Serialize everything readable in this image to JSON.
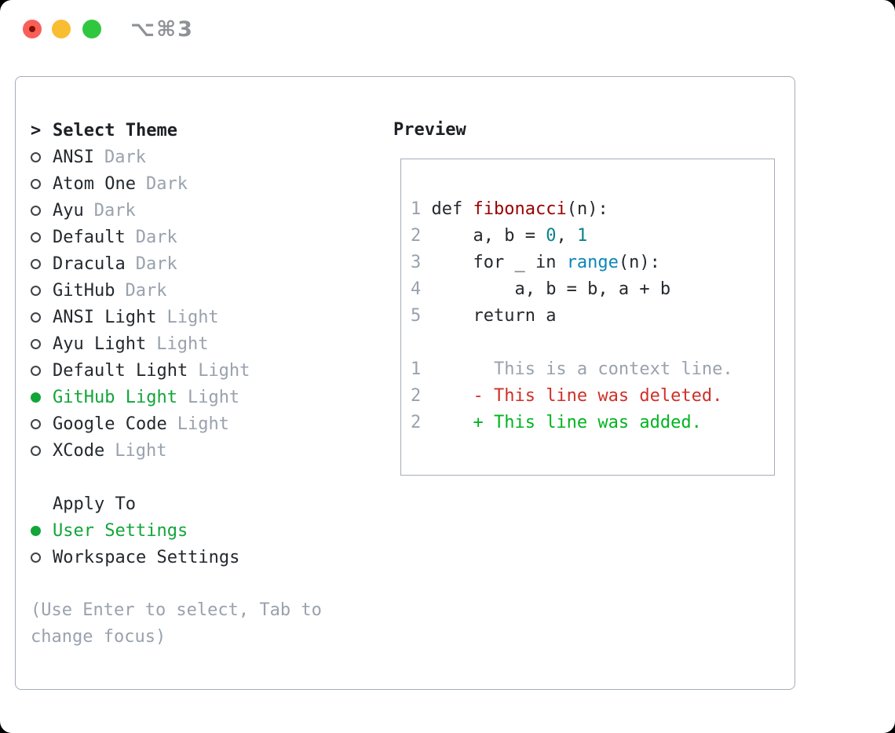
{
  "titlebar": {
    "shortcut": "⌥⌘3"
  },
  "colors": {
    "text": "#24292e",
    "muted": "#99a2ad",
    "accent_green": "#12a53a",
    "diff_add": "#00b41f",
    "diff_del": "#cf3028",
    "func_red": "#990000",
    "number_teal": "#0b8289",
    "builtin_blue": "#0b86b8",
    "border": "#a6adb7"
  },
  "panel": {
    "theme_selector": {
      "focus_caret": ">",
      "header": "Select Theme",
      "items": [
        {
          "name": "ANSI",
          "variant": "Dark",
          "selected": false
        },
        {
          "name": "Atom One",
          "variant": "Dark",
          "selected": false
        },
        {
          "name": "Ayu",
          "variant": "Dark",
          "selected": false
        },
        {
          "name": "Default",
          "variant": "Dark",
          "selected": false
        },
        {
          "name": "Dracula",
          "variant": "Dark",
          "selected": false
        },
        {
          "name": "GitHub",
          "variant": "Dark",
          "selected": false
        },
        {
          "name": "ANSI Light",
          "variant": "Light",
          "selected": false
        },
        {
          "name": "Ayu Light",
          "variant": "Light",
          "selected": false
        },
        {
          "name": "Default Light",
          "variant": "Light",
          "selected": false
        },
        {
          "name": "GitHub Light",
          "variant": "Light",
          "selected": true
        },
        {
          "name": "Google Code",
          "variant": "Light",
          "selected": false
        },
        {
          "name": "XCode",
          "variant": "Light",
          "selected": false
        }
      ]
    },
    "apply_to": {
      "header": "Apply To",
      "items": [
        {
          "name": "User Settings",
          "selected": true
        },
        {
          "name": "Workspace Settings",
          "selected": false
        }
      ]
    },
    "hint": "(Use Enter to select, Tab to change focus)",
    "preview": {
      "header": "Preview",
      "lines": [
        {
          "num": "1",
          "tokens": [
            {
              "t": " def ",
              "c": "text"
            },
            {
              "t": "fibonacci",
              "c": "func_red"
            },
            {
              "t": "(n):",
              "c": "text"
            }
          ]
        },
        {
          "num": "2",
          "tokens": [
            {
              "t": "     a, b = ",
              "c": "text"
            },
            {
              "t": "0",
              "c": "number_teal"
            },
            {
              "t": ", ",
              "c": "text"
            },
            {
              "t": "1",
              "c": "number_teal"
            }
          ]
        },
        {
          "num": "3",
          "tokens": [
            {
              "t": "     for _ in ",
              "c": "text"
            },
            {
              "t": "range",
              "c": "builtin_blue"
            },
            {
              "t": "(n):",
              "c": "text"
            }
          ]
        },
        {
          "num": "4",
          "tokens": [
            {
              "t": "         a, b = b, a + b",
              "c": "text"
            }
          ]
        },
        {
          "num": "5",
          "tokens": [
            {
              "t": "     return a",
              "c": "text"
            }
          ]
        },
        {
          "num": "",
          "tokens": []
        },
        {
          "num": "1",
          "tokens": [
            {
              "t": "       This is a context line.",
              "c": "muted"
            }
          ]
        },
        {
          "num": "2",
          "tokens": [
            {
              "t": "     - This line was deleted.",
              "c": "diff_del"
            }
          ]
        },
        {
          "num": "2",
          "tokens": [
            {
              "t": "     + This line was added.",
              "c": "diff_add"
            }
          ]
        }
      ]
    }
  }
}
